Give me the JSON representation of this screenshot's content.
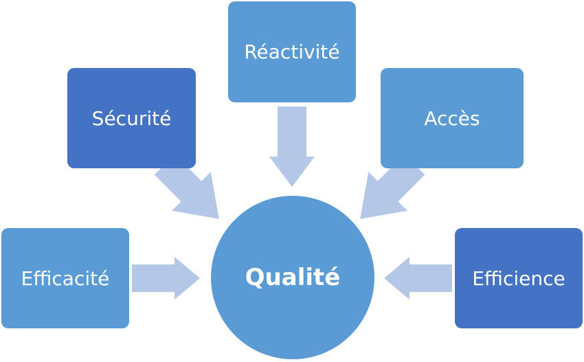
{
  "diagram": {
    "center": {
      "label": "Qualité"
    },
    "inputs": {
      "reactivite": "Réactivité",
      "securite": "Sécurité",
      "acces": "Accès",
      "efficacite": "Efficacité",
      "efficience": "Efficience"
    },
    "colors": {
      "box_light": "#5b9bd5",
      "box_dark": "#4472c4",
      "arrow": "#b4c7e7",
      "text": "#ffffff"
    }
  }
}
